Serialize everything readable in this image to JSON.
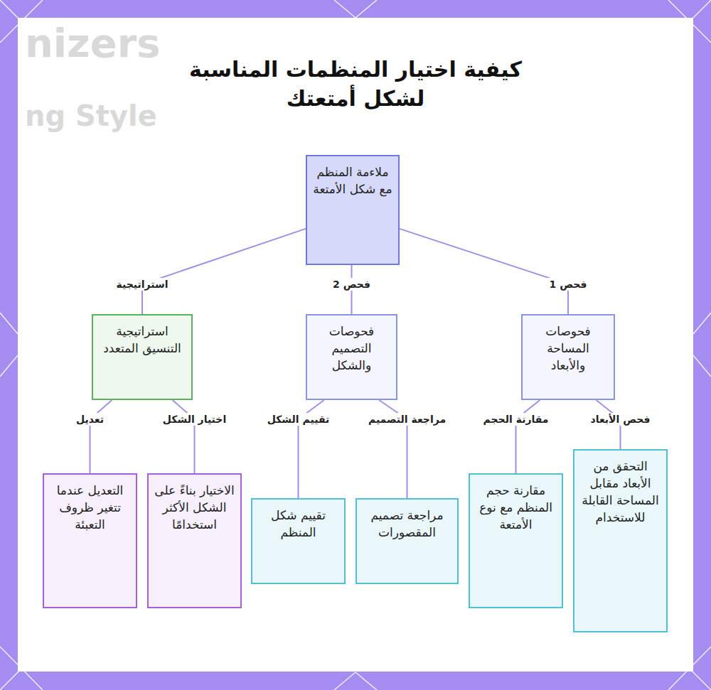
{
  "diagram": {
    "title": "كيفية اختيار المنظمات المناسبة لشكل أمتعتك",
    "nodes": [
      {
        "text": [
          "ملاءمة المنظم مع شكل الأمتعة"
        ]
      },
      {
        "text": [
          "فحوصات المساحة والأبعاد"
        ]
      },
      {
        "text": [
          "فحوصات التصميم والشكل"
        ]
      },
      {
        "text": [
          "استراتيجية التنسيق المتعدد"
        ]
      },
      {
        "text": [
          "التحقق من الأبعاد مقابل المساحة القابلة للاستخدام"
        ]
      },
      {
        "text": [
          "مقارنة حجم المنظم مع نوع الأمتعة"
        ]
      },
      {
        "text": [
          "مراجعة تصميم المقصورات"
        ]
      },
      {
        "text": [
          "تقييم شكل المنظم"
        ]
      },
      {
        "text": [
          "الاختيار بناءً على الشكل الأكثر استخدامًا"
        ]
      },
      {
        "text": [
          "التعديل عندما تتغير ظروف التعبئة"
        ]
      }
    ],
    "edges": [
      {
        "from": 0,
        "to": 1,
        "label": "فحص 1",
        "arrow": "none"
      },
      {
        "from": 0,
        "to": 2,
        "label": "فحص 2",
        "arrow": "none"
      },
      {
        "from": 0,
        "to": 3,
        "label": "استراتيجية",
        "arrow": "none"
      },
      {
        "from": 1,
        "to": 4,
        "label": "فحص الأبعاد",
        "arrow": "none"
      },
      {
        "from": 1,
        "to": 5,
        "label": "مقارنة الحجم",
        "arrow": "none"
      },
      {
        "from": 2,
        "to": 6,
        "label": "مراجعة التصميم",
        "arrow": "none"
      },
      {
        "from": 2,
        "to": 7,
        "label": "تقييم الشكل",
        "arrow": "none"
      },
      {
        "from": 3,
        "to": 8,
        "label": "اختيار الشكل",
        "arrow": "none"
      },
      {
        "from": 3,
        "to": 9,
        "label": "تعديل",
        "arrow": "none"
      }
    ],
    "labels": [
      "nizers",
      "ng Style"
    ]
  }
}
